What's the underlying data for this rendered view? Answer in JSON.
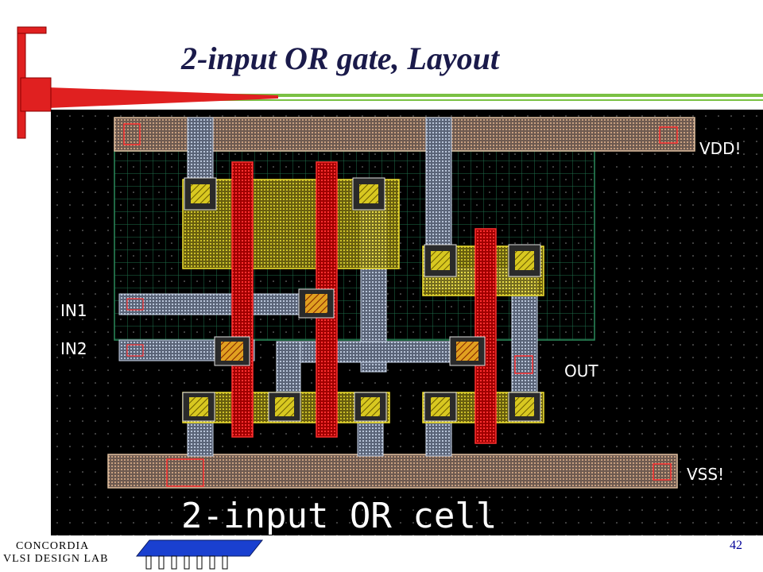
{
  "slide": {
    "title": "2-input OR gate, Layout",
    "page_number": "42",
    "footer_logo": {
      "line1": "CONCORDIA",
      "line2": "VLSI DESIGN LAB"
    }
  },
  "layout": {
    "caption": "2-input OR cell",
    "pin_labels": {
      "vdd": "VDD!",
      "vss": "VSS!",
      "in1": "IN1",
      "in2": "IN2",
      "out": "OUT"
    }
  },
  "colors": {
    "title_text": "#1a1a4a",
    "accent_red": "#e02020",
    "bar_green": "#7ac143",
    "layout_background": "#000000",
    "poly": "#d01010",
    "metal": "#a8b4c8",
    "active": "#e0d020",
    "well": "#2a8a5a",
    "text_layer": "#ffffff"
  }
}
